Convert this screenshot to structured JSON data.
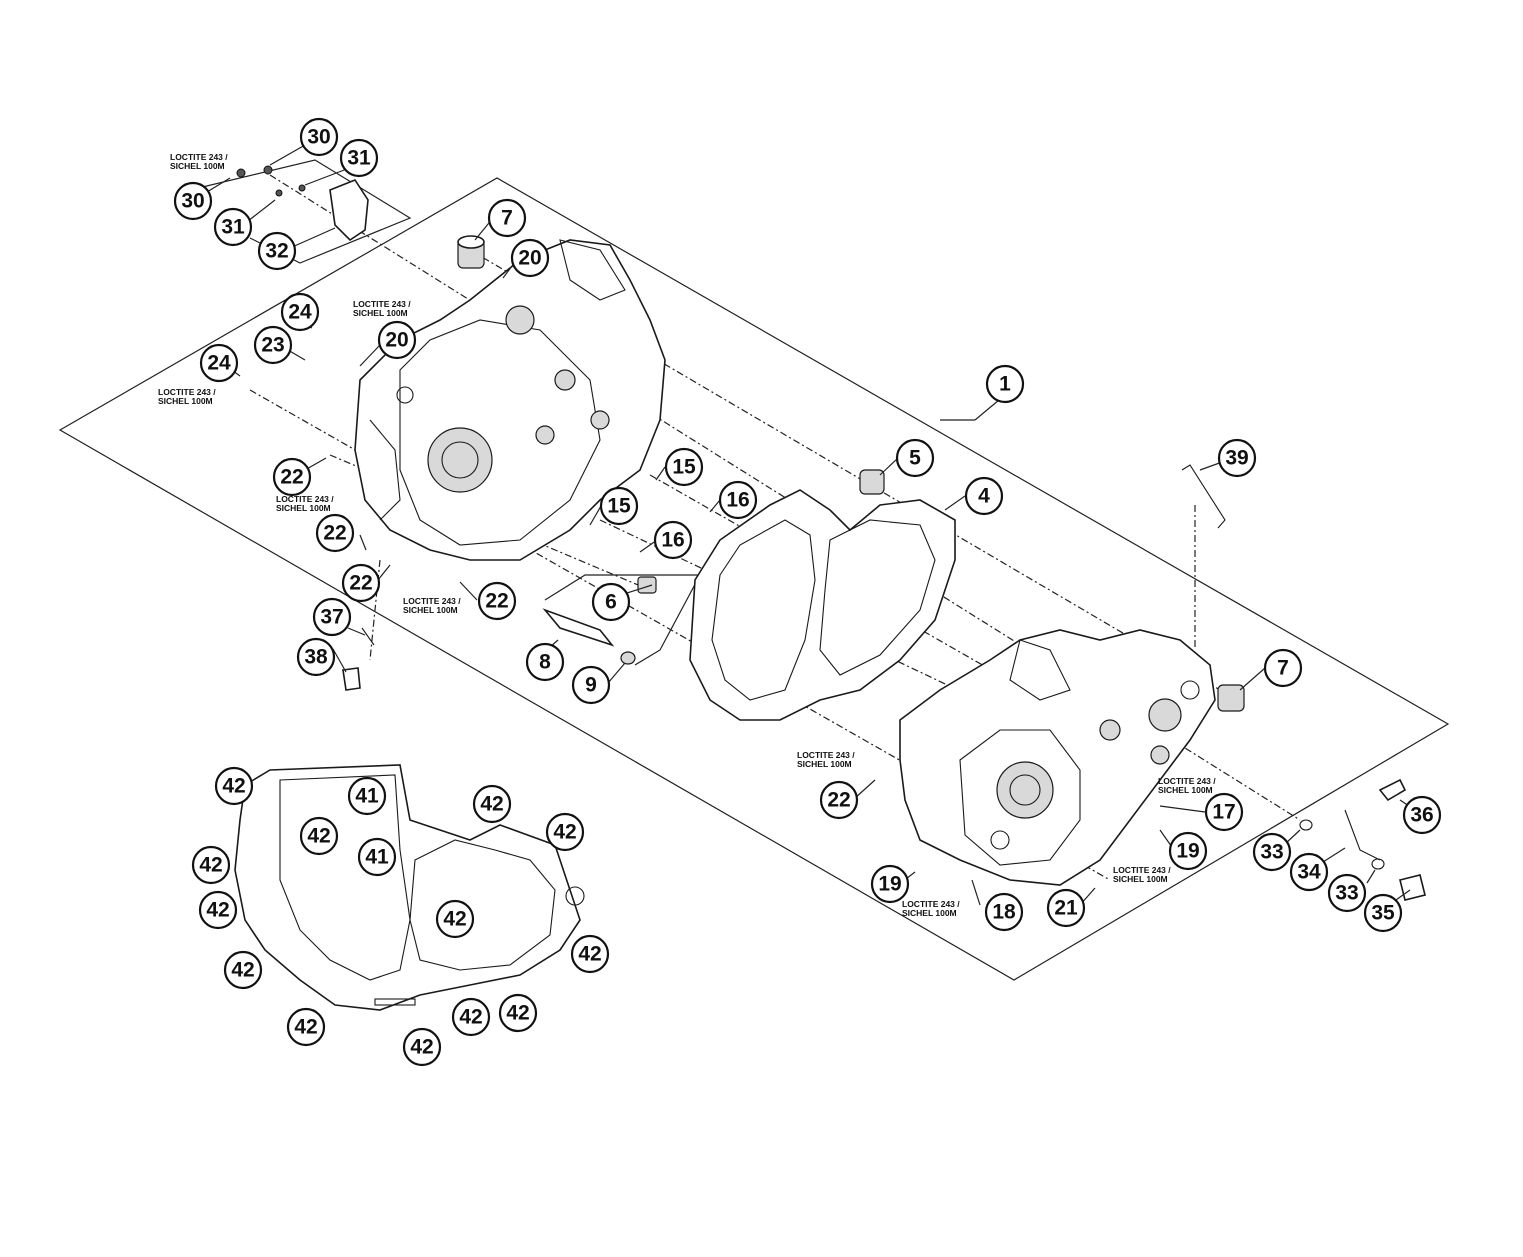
{
  "callouts": [
    {
      "id": "c1",
      "label": "1"
    },
    {
      "id": "c4",
      "label": "4"
    },
    {
      "id": "c5",
      "label": "5"
    },
    {
      "id": "c6",
      "label": "6"
    },
    {
      "id": "c7a",
      "label": "7"
    },
    {
      "id": "c7b",
      "label": "7"
    },
    {
      "id": "c8",
      "label": "8"
    },
    {
      "id": "c9",
      "label": "9"
    },
    {
      "id": "c15a",
      "label": "15"
    },
    {
      "id": "c15b",
      "label": "15"
    },
    {
      "id": "c16a",
      "label": "16"
    },
    {
      "id": "c16b",
      "label": "16"
    },
    {
      "id": "c17",
      "label": "17"
    },
    {
      "id": "c18",
      "label": "18"
    },
    {
      "id": "c19a",
      "label": "19"
    },
    {
      "id": "c19b",
      "label": "19"
    },
    {
      "id": "c20a",
      "label": "20"
    },
    {
      "id": "c20b",
      "label": "20"
    },
    {
      "id": "c21",
      "label": "21"
    },
    {
      "id": "c22a",
      "label": "22"
    },
    {
      "id": "c22b",
      "label": "22"
    },
    {
      "id": "c22c",
      "label": "22"
    },
    {
      "id": "c22d",
      "label": "22"
    },
    {
      "id": "c22e",
      "label": "22"
    },
    {
      "id": "c23",
      "label": "23"
    },
    {
      "id": "c24a",
      "label": "24"
    },
    {
      "id": "c24b",
      "label": "24"
    },
    {
      "id": "c30a",
      "label": "30"
    },
    {
      "id": "c30b",
      "label": "30"
    },
    {
      "id": "c31a",
      "label": "31"
    },
    {
      "id": "c31b",
      "label": "31"
    },
    {
      "id": "c32",
      "label": "32"
    },
    {
      "id": "c33a",
      "label": "33"
    },
    {
      "id": "c33b",
      "label": "33"
    },
    {
      "id": "c34",
      "label": "34"
    },
    {
      "id": "c35",
      "label": "35"
    },
    {
      "id": "c36",
      "label": "36"
    },
    {
      "id": "c37",
      "label": "37"
    },
    {
      "id": "c38",
      "label": "38"
    },
    {
      "id": "c39",
      "label": "39"
    },
    {
      "id": "c41a",
      "label": "41"
    },
    {
      "id": "c41b",
      "label": "41"
    },
    {
      "id": "c42a",
      "label": "42"
    },
    {
      "id": "c42b",
      "label": "42"
    },
    {
      "id": "c42c",
      "label": "42"
    },
    {
      "id": "c42d",
      "label": "42"
    },
    {
      "id": "c42e",
      "label": "42"
    },
    {
      "id": "c42f",
      "label": "42"
    },
    {
      "id": "c42g",
      "label": "42"
    },
    {
      "id": "c42h",
      "label": "42"
    },
    {
      "id": "c42i",
      "label": "42"
    },
    {
      "id": "c42j",
      "label": "42"
    },
    {
      "id": "c42k",
      "label": "42"
    },
    {
      "id": "c42l",
      "label": "42"
    },
    {
      "id": "c42m",
      "label": "42"
    },
    {
      "id": "c42n",
      "label": "42"
    }
  ],
  "notes": {
    "line1": "LOCTITE 243 /",
    "line2": "SICHEL 100M"
  }
}
